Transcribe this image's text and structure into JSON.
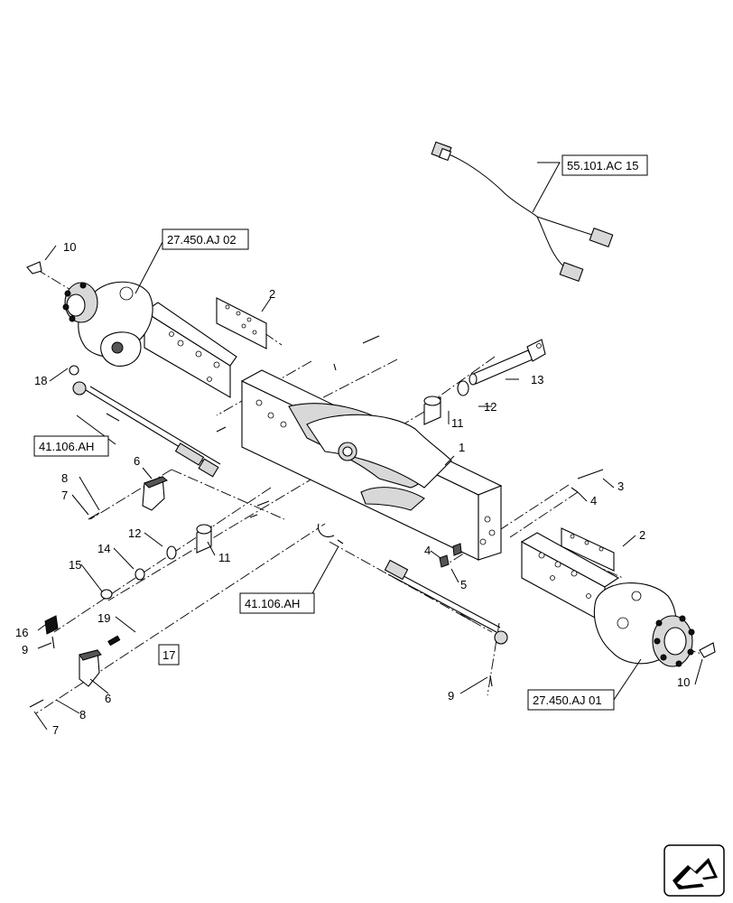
{
  "callouts": {
    "c1": "1",
    "c2a": "2",
    "c2b": "2",
    "c3": "3",
    "c4a": "4",
    "c4b": "4",
    "c5": "5",
    "c6a": "6",
    "c6b": "6",
    "c7a": "7",
    "c7b": "7",
    "c8a": "8",
    "c8b": "8",
    "c9a": "9",
    "c9b": "9",
    "c10a": "10",
    "c10b": "10",
    "c11a": "11",
    "c11b": "11",
    "c12a": "12",
    "c12b": "12",
    "c13": "13",
    "c14": "14",
    "c15": "15",
    "c16": "16",
    "c17": "17",
    "c18": "18",
    "c19": "19"
  },
  "references": {
    "wiring_harness": "55.101.AC 15",
    "left_hub": "27.450.AJ 02",
    "right_hub": "27.450.AJ 01",
    "tie_rod_left": "41.106.AH",
    "tie_rod_center": "41.106.AH"
  }
}
